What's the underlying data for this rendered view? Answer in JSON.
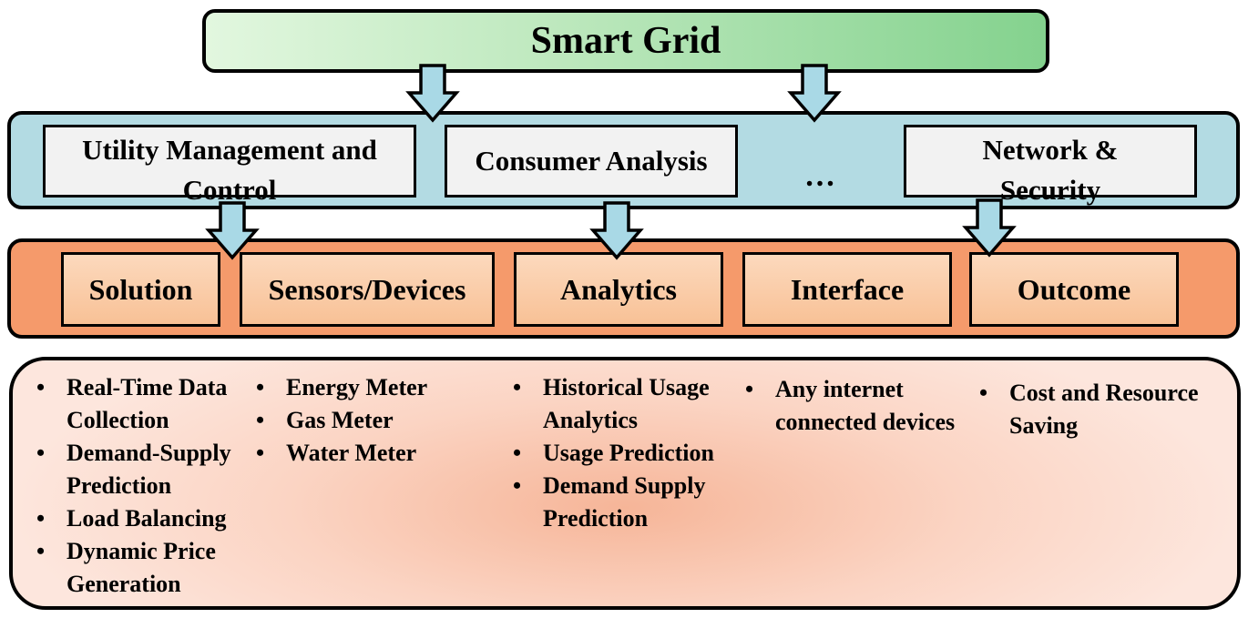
{
  "title": "Smart Grid",
  "categories": [
    {
      "label": "Utility Management and Control"
    },
    {
      "label": "Consumer Analysis"
    },
    {
      "label": "Network & Security"
    }
  ],
  "ellipsis": "…",
  "layers": [
    {
      "label": "Solution",
      "items": [
        "Real-Time Data Collection",
        "Demand-Supply Prediction",
        "Load Balancing",
        "Dynamic Price Generation"
      ]
    },
    {
      "label": "Sensors/Devices",
      "items": [
        "Energy Meter",
        "Gas Meter",
        "Water Meter"
      ]
    },
    {
      "label": "Analytics",
      "items": [
        "Historical Usage Analytics",
        "Usage Prediction",
        "Demand Supply Prediction"
      ]
    },
    {
      "label": "Interface",
      "items": [
        "Any internet connected devices"
      ]
    },
    {
      "label": "Outcome",
      "items": [
        "Cost and Resource Saving"
      ]
    }
  ],
  "colors": {
    "title_green": "#84d28e",
    "category_band": "#b3dbe3",
    "layer_band": "#f59a6b",
    "arrow_fill": "#a9d9e6"
  }
}
